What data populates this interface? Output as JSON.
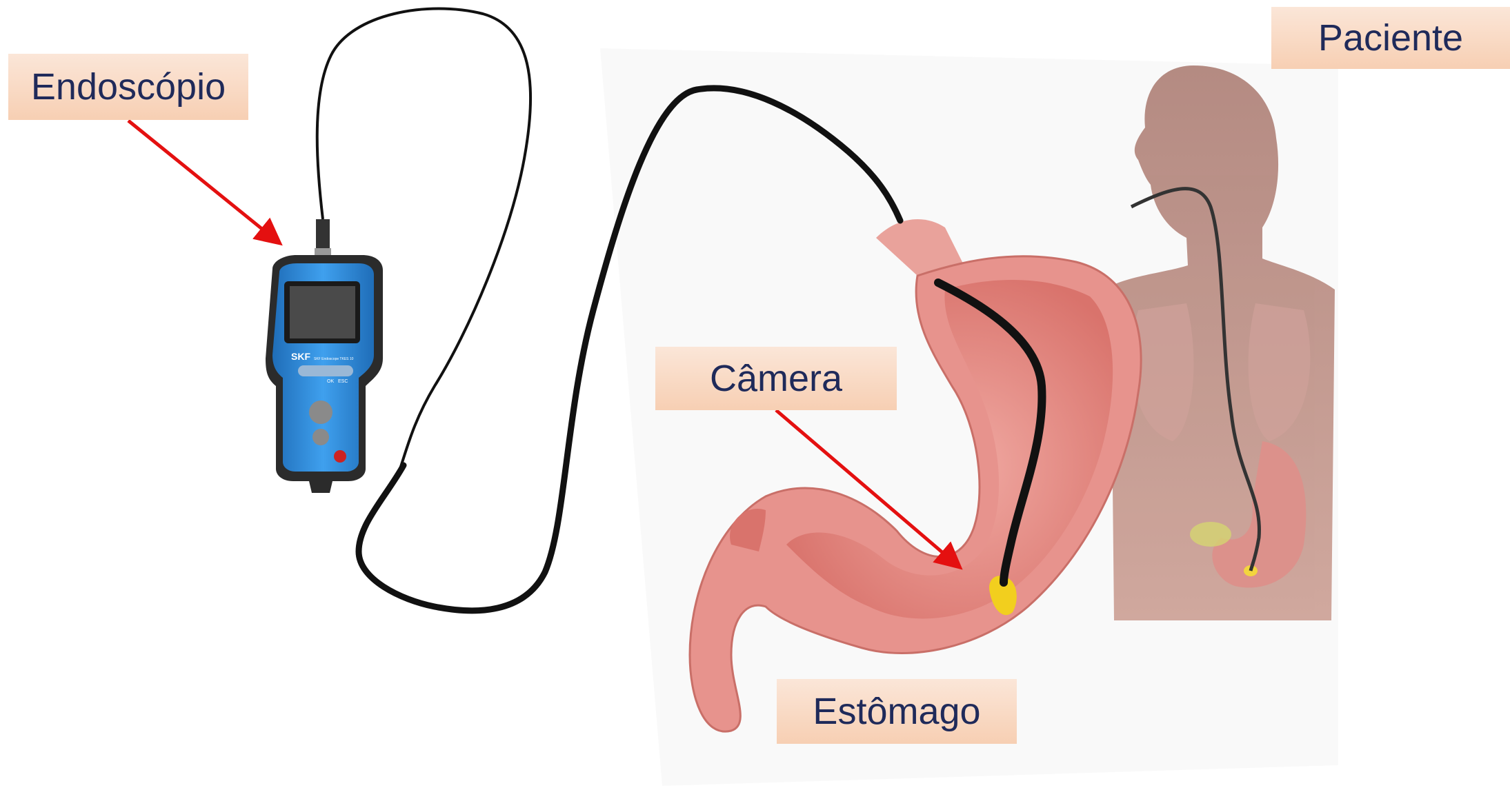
{
  "labels": {
    "endoscope": "Endoscópio",
    "patient": "Paciente",
    "camera": "Câmera",
    "stomach": "Estômago"
  },
  "device": {
    "brand": "SKF",
    "model": "SKF Endoscope TKES 10",
    "buttons": [
      "OK",
      "ESC"
    ]
  },
  "colors": {
    "arrow": "#e41010",
    "label_text": "#1f2a5a",
    "device_body": "#2e86d6",
    "stomach_tissue": "#e7938d",
    "camera_tip": "#f2cf1e",
    "patient_body": "#b7857a"
  }
}
